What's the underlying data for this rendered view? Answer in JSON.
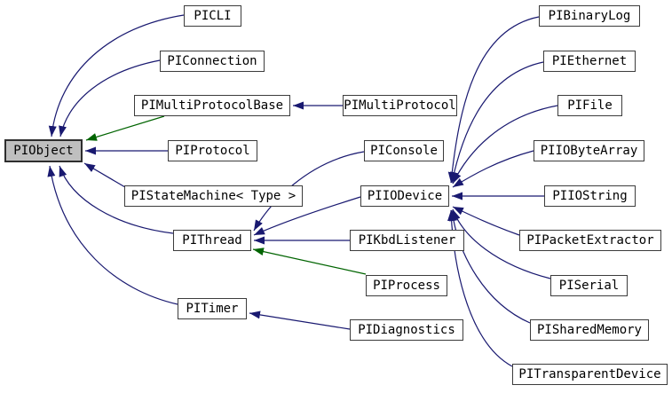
{
  "diagram": {
    "type": "class-inheritance-graph",
    "focus_node": "PIObject"
  },
  "colors": {
    "public_inheritance": "#191970",
    "protected_inheritance": "#006400",
    "node_border": "#3c3c3c",
    "node_fill": "#ffffff",
    "focus_node_fill": "#bfbfbf",
    "text": "#000000",
    "background": "#ffffff"
  },
  "nodes": {
    "piobject": {
      "label": "PIObject"
    },
    "picli": {
      "label": "PICLI"
    },
    "piconnection": {
      "label": "PIConnection"
    },
    "pimultiprotocolbase": {
      "label": "PIMultiProtocolBase"
    },
    "piprotocol": {
      "label": "PIProtocol"
    },
    "pistatemachine": {
      "label": "PIStateMachine< Type >"
    },
    "pithread": {
      "label": "PIThread"
    },
    "pitimer": {
      "label": "PITimer"
    },
    "pimultiprotocol": {
      "label": "PIMultiProtocol"
    },
    "piconsole": {
      "label": "PIConsole"
    },
    "piiodevice": {
      "label": "PIIODevice"
    },
    "pikbdlistener": {
      "label": "PIKbdListener"
    },
    "piprocess": {
      "label": "PIProcess"
    },
    "pidiagnostics": {
      "label": "PIDiagnostics"
    },
    "pibinarylog": {
      "label": "PIBinaryLog"
    },
    "piethernet": {
      "label": "PIEthernet"
    },
    "pifile": {
      "label": "PIFile"
    },
    "piiobytearray": {
      "label": "PIIOByteArray"
    },
    "piiostring": {
      "label": "PIIOString"
    },
    "pipacketextractor": {
      "label": "PIPacketExtractor"
    },
    "piserial": {
      "label": "PISerial"
    },
    "pisharedmemory": {
      "label": "PISharedMemory"
    },
    "pitransparentdevice": {
      "label": "PITransparentDevice"
    }
  },
  "edges": [
    {
      "from": "PICLI",
      "to": "PIObject",
      "type": "public"
    },
    {
      "from": "PIConnection",
      "to": "PIObject",
      "type": "public"
    },
    {
      "from": "PIMultiProtocolBase",
      "to": "PIObject",
      "type": "protected"
    },
    {
      "from": "PIProtocol",
      "to": "PIObject",
      "type": "public"
    },
    {
      "from": "PIStateMachine< Type >",
      "to": "PIObject",
      "type": "public"
    },
    {
      "from": "PIThread",
      "to": "PIObject",
      "type": "public"
    },
    {
      "from": "PITimer",
      "to": "PIObject",
      "type": "public"
    },
    {
      "from": "PIMultiProtocol",
      "to": "PIMultiProtocolBase",
      "type": "public"
    },
    {
      "from": "PIConsole",
      "to": "PIThread",
      "type": "public"
    },
    {
      "from": "PIIODevice",
      "to": "PIThread",
      "type": "public"
    },
    {
      "from": "PIKbdListener",
      "to": "PIThread",
      "type": "public"
    },
    {
      "from": "PIProcess",
      "to": "PIThread",
      "type": "protected"
    },
    {
      "from": "PIDiagnostics",
      "to": "PITimer",
      "type": "public"
    },
    {
      "from": "PIBinaryLog",
      "to": "PIIODevice",
      "type": "public"
    },
    {
      "from": "PIEthernet",
      "to": "PIIODevice",
      "type": "public"
    },
    {
      "from": "PIFile",
      "to": "PIIODevice",
      "type": "public"
    },
    {
      "from": "PIIOByteArray",
      "to": "PIIODevice",
      "type": "public"
    },
    {
      "from": "PIIOString",
      "to": "PIIODevice",
      "type": "public"
    },
    {
      "from": "PIPacketExtractor",
      "to": "PIIODevice",
      "type": "public"
    },
    {
      "from": "PISerial",
      "to": "PIIODevice",
      "type": "public"
    },
    {
      "from": "PISharedMemory",
      "to": "PIIODevice",
      "type": "public"
    },
    {
      "from": "PITransparentDevice",
      "to": "PIIODevice",
      "type": "public"
    }
  ]
}
